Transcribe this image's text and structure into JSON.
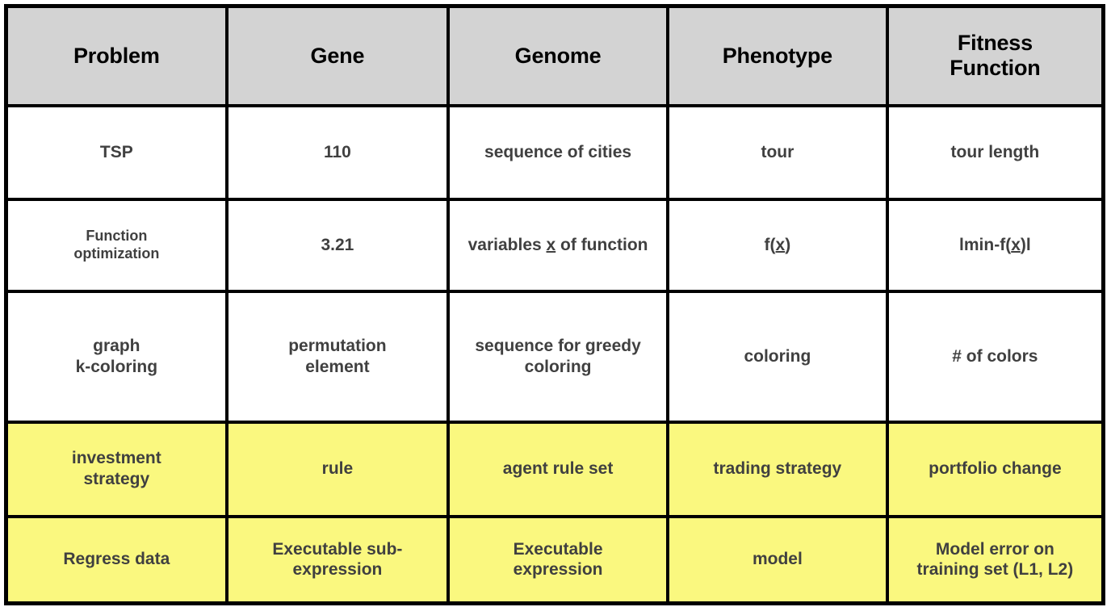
{
  "table": {
    "columns": [
      {
        "label": "Problem",
        "key": "problem"
      },
      {
        "label": "Gene",
        "key": "gene"
      },
      {
        "label": "Genome",
        "key": "genome"
      },
      {
        "label": "Phenotype",
        "key": "phenotype"
      },
      {
        "label_line1": "Fitness",
        "label_line2": "Function",
        "key": "fitness_function"
      }
    ],
    "header_background": "#d3d3d3",
    "header_text_color": "#000000",
    "body_text_color": "#404040",
    "highlight_color": "#faf87f",
    "border_color": "#000000",
    "rows": [
      {
        "id": "tsp",
        "highlighted": false,
        "problem": "TSP",
        "gene": "110",
        "genome": "sequence of cities",
        "phenotype": "tour",
        "fitness_function": "tour length"
      },
      {
        "id": "function-optimization",
        "highlighted": false,
        "problem_line1": "Function",
        "problem_line2": "optimization",
        "gene": "3.21",
        "genome_pre": "variables ",
        "genome_vec": "x",
        "genome_post": " of function",
        "phenotype_pre": "f(",
        "phenotype_vec": "x",
        "phenotype_post": ")",
        "fitness_pre": "lmin-f(",
        "fitness_vec": "x",
        "fitness_post": ")l"
      },
      {
        "id": "graph-k-coloring",
        "highlighted": false,
        "problem_line1": "graph",
        "problem_line2": "k-coloring",
        "gene_line1": "permutation",
        "gene_line2": "element",
        "genome": "sequence for greedy coloring",
        "phenotype": "coloring",
        "fitness_function": "# of colors"
      },
      {
        "id": "investment-strategy",
        "highlighted": true,
        "problem_line1": "investment",
        "problem_line2": "strategy",
        "gene": "rule",
        "genome": "agent rule set",
        "phenotype": "trading strategy",
        "fitness_function": "portfolio change"
      },
      {
        "id": "regress-data",
        "highlighted": true,
        "problem": "Regress data",
        "gene_line1": "Executable sub-",
        "gene_line2": "expression",
        "genome_line1": "Executable",
        "genome_line2": "expression",
        "phenotype": "model",
        "fitness_line1": "Model error on",
        "fitness_line2": "training set (L1, L2)"
      }
    ]
  }
}
